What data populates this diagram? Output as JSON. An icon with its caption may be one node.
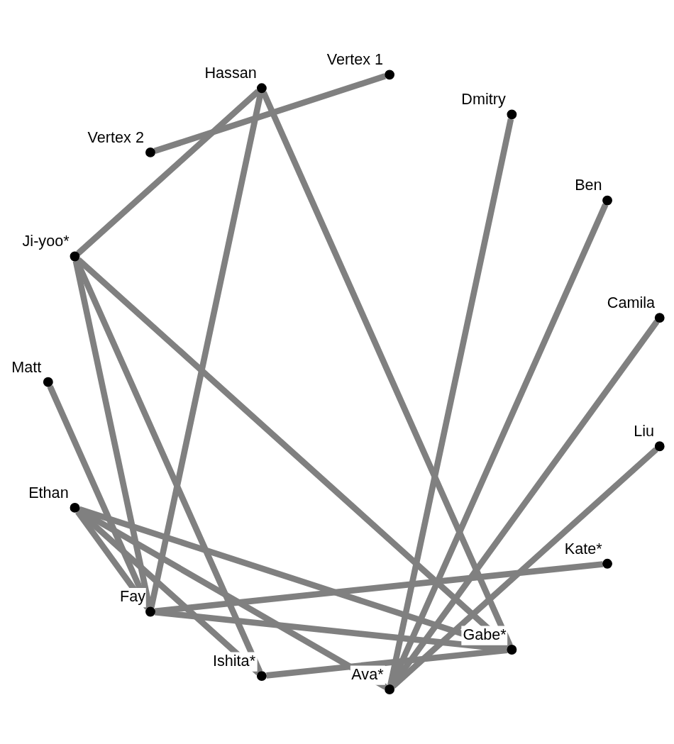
{
  "diagram": {
    "nodes": [
      {
        "text": [
          "Camila"
        ]
      },
      {
        "text": [
          "Ben"
        ]
      },
      {
        "text": [
          "Dmitry"
        ]
      },
      {
        "text": [
          "Vertex 1"
        ]
      },
      {
        "text": [
          "Hassan"
        ]
      },
      {
        "text": [
          "Vertex 2"
        ]
      },
      {
        "text": [
          "Ji-yoo*"
        ]
      },
      {
        "text": [
          "Matt"
        ]
      },
      {
        "text": [
          "Ethan"
        ]
      },
      {
        "text": [
          "Fay"
        ]
      },
      {
        "text": [
          "Ishita*"
        ]
      },
      {
        "text": [
          "Ava*"
        ]
      },
      {
        "text": [
          "Gabe*"
        ]
      },
      {
        "text": [
          "Kate*"
        ]
      },
      {
        "text": [
          "Liu"
        ]
      }
    ],
    "edges": [
      {
        "from": 0,
        "to": 11,
        "arrow": "none"
      },
      {
        "from": 1,
        "to": 11,
        "arrow": "none"
      },
      {
        "from": 2,
        "to": 11,
        "arrow": "none"
      },
      {
        "from": 3,
        "to": 5,
        "arrow": "none"
      },
      {
        "from": 4,
        "to": 6,
        "arrow": "none"
      },
      {
        "from": 4,
        "to": 12,
        "arrow": "none"
      },
      {
        "from": 4,
        "to": 9,
        "arrow": "none"
      },
      {
        "from": 6,
        "to": 9,
        "arrow": "none"
      },
      {
        "from": 6,
        "to": 10,
        "arrow": "none"
      },
      {
        "from": 6,
        "to": 12,
        "arrow": "none"
      },
      {
        "from": 8,
        "to": 9,
        "arrow": "none"
      },
      {
        "from": 8,
        "to": 11,
        "arrow": "none"
      },
      {
        "from": 8,
        "to": 10,
        "arrow": "none"
      },
      {
        "from": 8,
        "to": 12,
        "arrow": "none"
      },
      {
        "from": 10,
        "to": 12,
        "arrow": "none"
      },
      {
        "from": 12,
        "to": 9,
        "arrow": "none"
      },
      {
        "from": 7,
        "to": 9,
        "arrow": "none"
      },
      {
        "from": 13,
        "to": 9,
        "arrow": "none"
      },
      {
        "from": 14,
        "to": 11,
        "arrow": "none"
      }
    ]
  }
}
